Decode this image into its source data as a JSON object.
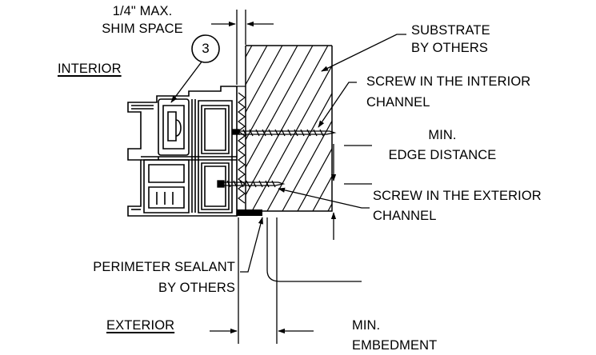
{
  "labels": {
    "shim_space": [
      "1/4\" MAX.",
      "SHIM SPACE"
    ],
    "interior": "INTERIOR",
    "exterior": "EXTERIOR",
    "substrate": [
      "SUBSTRATE",
      "BY OTHERS"
    ],
    "screw_interior": [
      "SCREW IN THE INTERIOR",
      "CHANNEL"
    ],
    "min_edge": [
      "MIN.",
      "EDGE DISTANCE"
    ],
    "screw_exterior": [
      "SCREW IN THE EXTERIOR",
      "CHANNEL"
    ],
    "sealant": [
      "PERIMETER SEALANT",
      "BY OTHERS"
    ],
    "embedment": [
      "MIN.",
      "EMBEDMENT"
    ]
  },
  "callout": "3",
  "colors": {
    "line": "#000000",
    "background": "#ffffff"
  }
}
